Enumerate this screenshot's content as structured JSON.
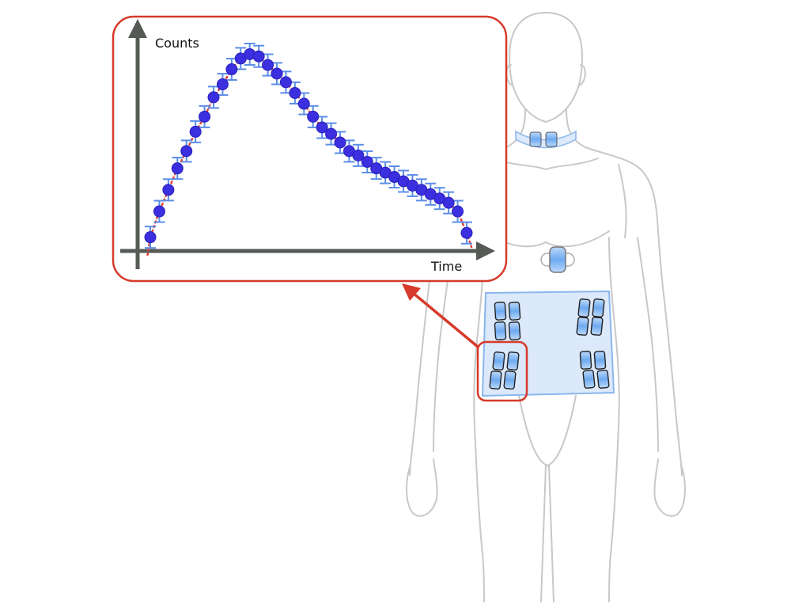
{
  "chart_data": {
    "type": "scatter",
    "title": "",
    "xlabel": "Time",
    "ylabel": "Counts",
    "xlim": [
      0,
      30
    ],
    "ylim": [
      0,
      100
    ],
    "grid": false,
    "series": [
      {
        "x": [
          0,
          1,
          2,
          3,
          4,
          5,
          6,
          7,
          8,
          9,
          10,
          11,
          12,
          13,
          14,
          15,
          16,
          17,
          18,
          19,
          20,
          21,
          22,
          23,
          24,
          25,
          26,
          27,
          28,
          29,
          30,
          31,
          32,
          33,
          34,
          35
        ],
        "values": [
          6,
          18,
          28,
          38,
          46,
          55,
          62,
          71,
          77,
          84,
          89,
          91,
          90,
          86,
          82,
          78,
          73,
          68,
          62,
          57,
          54,
          50,
          46,
          44,
          41,
          38,
          36,
          34,
          32,
          30,
          28,
          26,
          24,
          22,
          18,
          8
        ],
        "error": 3.5
      }
    ],
    "fit_curve": true
  },
  "colors": {
    "marker": "#3b2fe0",
    "marker_edge": "#2a20b8",
    "errorbar": "#5b8de8",
    "fit_line": "#e0443a",
    "axis": "#555a55",
    "callout": "#d63a2b",
    "body_outline": "#c8c8c8",
    "patch_fill": "#dce9fb",
    "patch_stroke": "#8ab6ee",
    "sensor_fill": "#7fb6f4"
  },
  "icons": {
    "callout_arrow": "arrow-up-left-icon",
    "human_figure": "human-body-icon",
    "sensor": "sensor-patch-icon"
  }
}
